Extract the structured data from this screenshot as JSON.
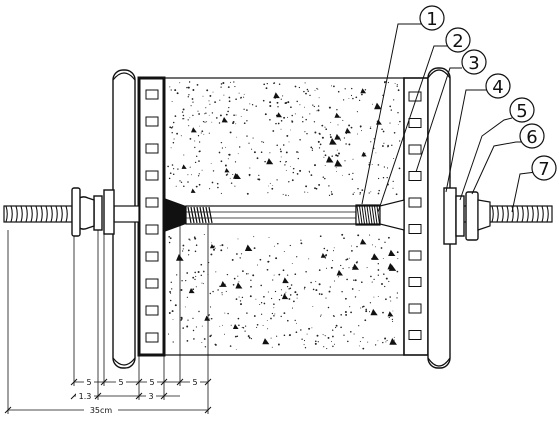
{
  "callouts": [
    "1",
    "2",
    "3",
    "4",
    "5",
    "6",
    "7"
  ],
  "dimensions": {
    "row1": [
      "5",
      "5",
      "5",
      "5"
    ],
    "row2": [
      "1.3",
      "3"
    ],
    "total": "35cm"
  }
}
